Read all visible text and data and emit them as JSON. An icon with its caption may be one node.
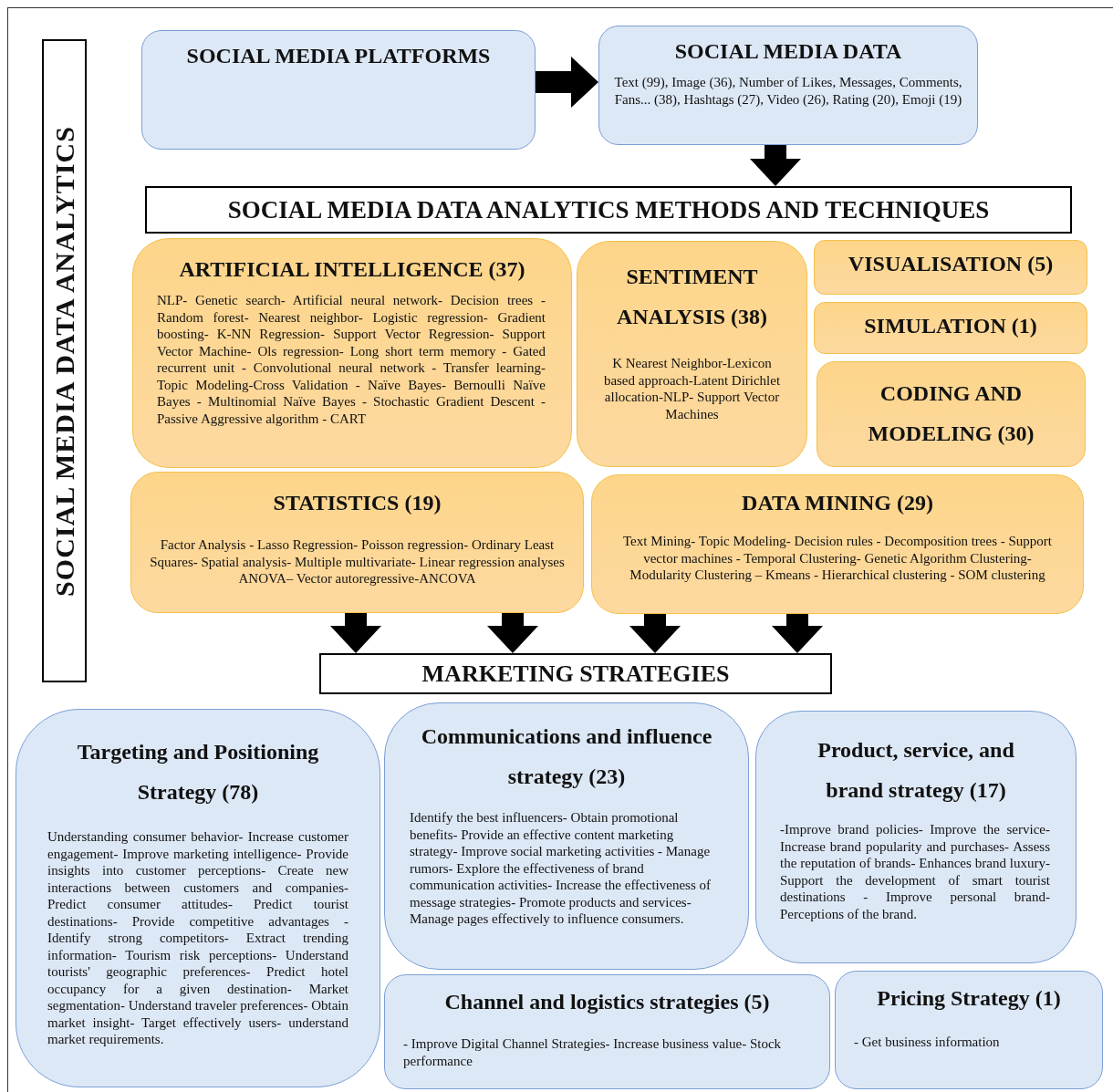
{
  "diagram": {
    "nodes": [
      {
        "text": [
          "SOCIAL MEDIA DATA ANALYTICS"
        ]
      },
      {
        "text": [
          "SOCIAL MEDIA PLATFORMS"
        ]
      },
      {
        "text": [
          "SOCIAL MEDIA DATA",
          "Text (99), Image (36), Number of Likes, Messages, Comments, Fans... (38), Hashtags (27), Video (26), Rating (20), Emoji (19)"
        ]
      },
      {
        "text": [
          "SOCIAL MEDIA DATA ANALYTICS METHODS AND TECHNIQUES"
        ]
      },
      {
        "text": [
          "ARTIFICIAL INTELLIGENCE (37)",
          "NLP- Genetic search- Artificial neural network- Decision trees - Random forest- Nearest neighbor- Logistic regression- Gradient boosting- K-NN Regression- Support Vector Regression- Support Vector Machine- Ols regression- Long short term memory - Gated recurrent unit - Convolutional neural network - Transfer learning- Topic Modeling-Cross Validation - Naïve Bayes- Bernoulli Naïve Bayes - Multinomial Naïve Bayes - Stochastic Gradient Descent -Passive Aggressive algorithm - CART"
        ]
      },
      {
        "text": [
          "SENTIMENT ANALYSIS (38)",
          "K Nearest Neighbor-Lexicon based approach-Latent Dirichlet allocation-NLP- Support Vector Machines"
        ]
      },
      {
        "text": [
          "VISUALISATION (5)"
        ]
      },
      {
        "text": [
          "SIMULATION (1)"
        ]
      },
      {
        "text": [
          "CODING AND MODELING (30)"
        ]
      },
      {
        "text": [
          "STATISTICS (19)",
          "Factor Analysis - Lasso Regression- Poisson regression- Ordinary Least Squares- Spatial analysis- Multiple multivariate- Linear regression analyses ANOVA– Vector autoregressive-ANCOVA"
        ]
      },
      {
        "text": [
          "DATA MINING (29)",
          "Text Mining- Topic Modeling- Decision rules - Decomposition trees - Support vector machines - Temporal Clustering- Genetic Algorithm Clustering- Modularity Clustering – Kmeans - Hierarchical clustering - SOM clustering"
        ]
      },
      {
        "text": [
          "MARKETING STRATEGIES"
        ]
      },
      {
        "text": [
          "Targeting and Positioning Strategy (78)",
          "Understanding consumer behavior- Increase customer engagement- Improve marketing intelligence- Provide insights into customer perceptions- Create new interactions between customers and companies- Predict consumer attitudes- Predict tourist destinations- Provide competitive advantages - Identify strong competitors- Extract trending information- Tourism risk perceptions- Understand tourists' geographic preferences- Predict hotel occupancy for a given destination- Market segmentation- Understand traveler preferences- Obtain market insight- Target effectively users- understand market requirements."
        ]
      },
      {
        "text": [
          "Communications and influence strategy (23)",
          "Identify the best influencers- Obtain promotional benefits- Provide an effective content marketing strategy- Improve social marketing activities - Manage rumors- Explore the effectiveness of brand communication activities- Increase the effectiveness of message strategies- Promote products and services- Manage pages effectively to influence consumers."
        ]
      },
      {
        "text": [
          "Product, service, and brand strategy (17)",
          "-Improve brand policies- Improve the service- Increase brand popularity and purchases- Assess the reputation of brands- Enhances brand luxury- Support the development of smart tourist destinations - Improve personal brand- Perceptions of the brand."
        ]
      },
      {
        "text": [
          "Channel and logistics strategies (5)",
          "- Improve Digital Channel Strategies- Increase business value- Stock performance"
        ]
      },
      {
        "text": [
          "Pricing Strategy (1)",
          "- Get business information"
        ]
      }
    ],
    "edges": [
      {
        "from": 1,
        "to": 2,
        "arrow": "to"
      },
      {
        "from": 2,
        "to": 3,
        "arrow": "to"
      },
      {
        "from": 9,
        "to": 11,
        "arrow": "to"
      },
      {
        "from": 9,
        "to": 11,
        "arrow": "to"
      },
      {
        "from": 10,
        "to": 11,
        "arrow": "to"
      },
      {
        "from": 10,
        "to": 11,
        "arrow": "to"
      }
    ]
  }
}
